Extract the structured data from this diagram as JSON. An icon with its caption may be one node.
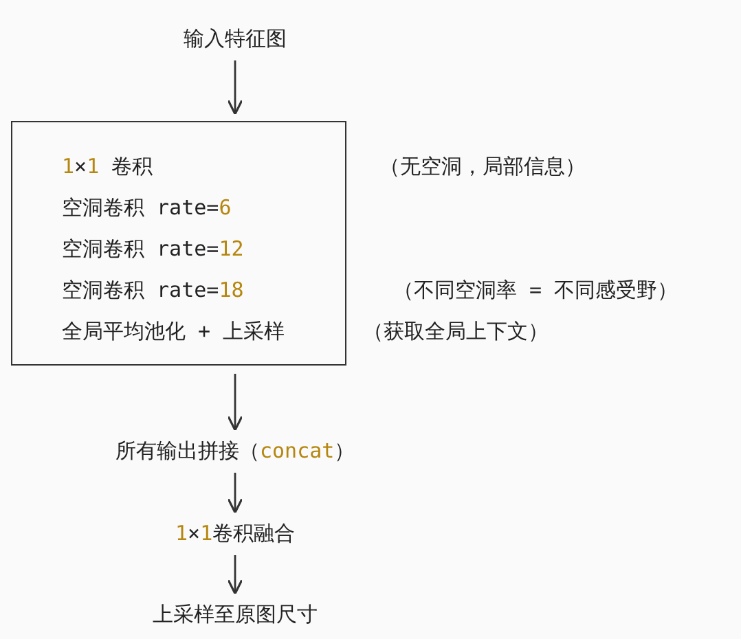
{
  "diagram": {
    "nodes": [
      {
        "text": [
          "输入特征图"
        ]
      },
      {
        "text": [],
        "shape": "box"
      },
      {
        "text": [
          "1×1 卷积"
        ],
        "in": 1
      },
      {
        "text": [
          "空洞卷积 rate=6"
        ],
        "in": 1
      },
      {
        "text": [
          "空洞卷积 rate=12"
        ],
        "in": 1
      },
      {
        "text": [
          "空洞卷积 rate=18"
        ],
        "in": 1
      },
      {
        "text": [
          "全局平均池化 + 上采样"
        ],
        "in": 1
      },
      {
        "text": [
          "所有输出拼接（concat）"
        ]
      },
      {
        "text": [
          "1×1卷积融合"
        ]
      },
      {
        "text": [
          "上采样至原图尺寸"
        ]
      }
    ],
    "edges": [
      {
        "from": 0,
        "to": 1,
        "arrow": "to"
      },
      {
        "from": 1,
        "to": 7,
        "arrow": "to"
      },
      {
        "from": 7,
        "to": 8,
        "arrow": "to"
      },
      {
        "from": 8,
        "to": 9,
        "arrow": "to"
      }
    ],
    "labels": [
      "（无空洞，局部信息）",
      "（不同空洞率 = 不同感受野）",
      "（获取全局上下文）"
    ]
  }
}
